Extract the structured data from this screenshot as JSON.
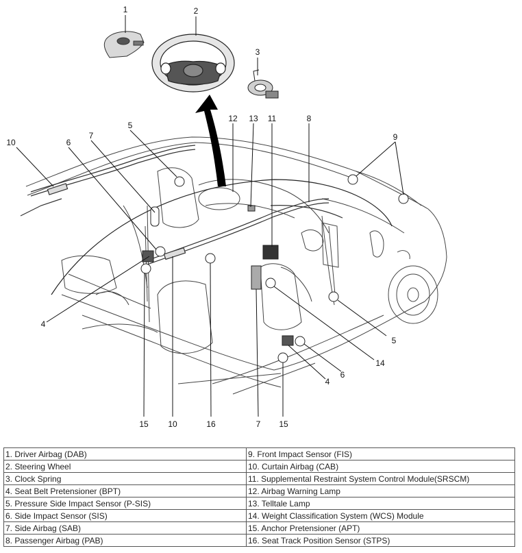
{
  "callouts": {
    "c1": "1",
    "c2": "2",
    "c3": "3",
    "c4a": "4",
    "c4b": "4",
    "c5a": "5",
    "c5b": "5",
    "c6a": "6",
    "c6b": "6",
    "c7a": "7",
    "c7b": "7",
    "c8": "8",
    "c9": "9",
    "c10a": "10",
    "c10b": "10",
    "c11": "11",
    "c12": "12",
    "c13": "13",
    "c14": "14",
    "c15a": "15",
    "c15b": "15",
    "c16": "16"
  },
  "legend": {
    "left": [
      "1. Driver Airbag (DAB)",
      "2. Steering Wheel",
      "3. Clock Spring",
      "4. Seat Belt Pretensioner (BPT)",
      "5. Pressure Side Impact Sensor (P-SIS)",
      "6. Side Impact Sensor (SIS)",
      "7. Side Airbag (SAB)",
      "8. Passenger Airbag (PAB)"
    ],
    "right": [
      "9. Front Impact Sensor (FIS)",
      "10. Curtain Airbag (CAB)",
      "11. Supplemental Restraint System Control Module(SRSCM)",
      "12. Airbag Warning Lamp",
      "13. Telltale Lamp",
      "14. Weight Classification System (WCS) Module",
      "15. Anchor Pretensioner (APT)",
      "16. Seat Track Position Sensor (STPS)"
    ]
  }
}
